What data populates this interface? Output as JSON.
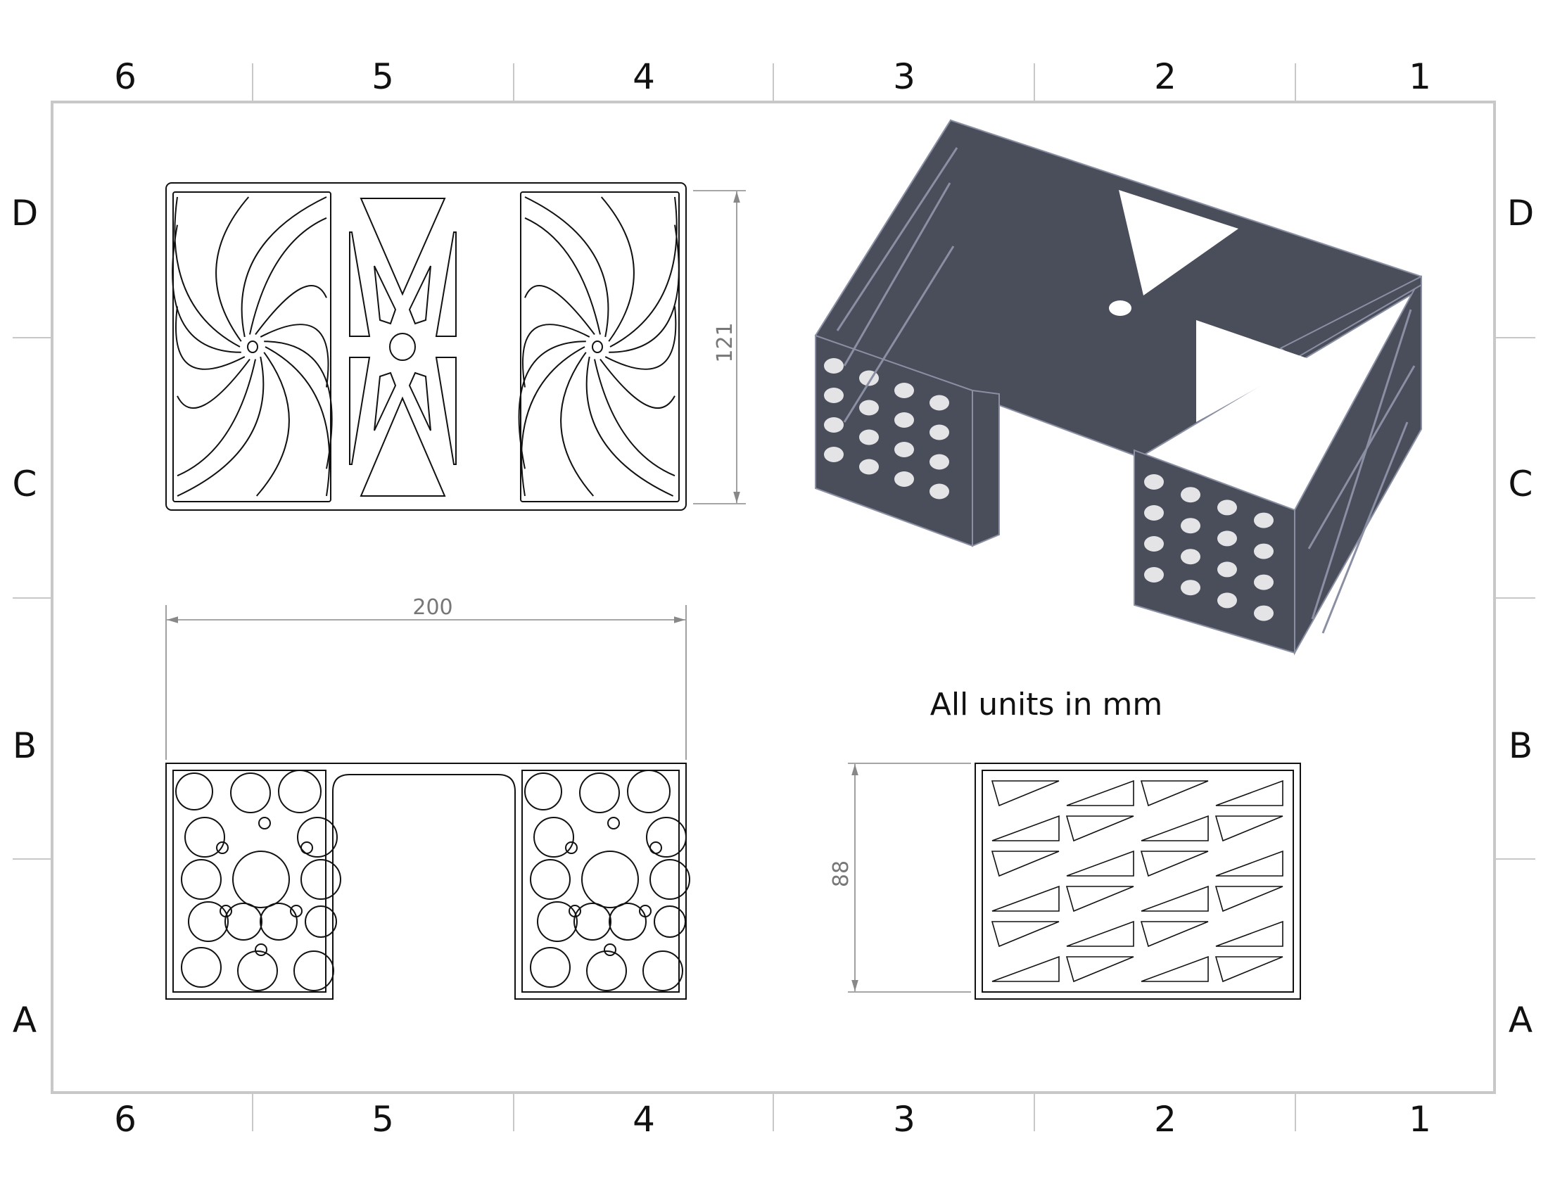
{
  "sheet": {
    "column_labels": [
      "6",
      "5",
      "4",
      "3",
      "2",
      "1"
    ],
    "row_labels": [
      "D",
      "C",
      "B",
      "A"
    ],
    "border_color": "#c8c8c8"
  },
  "views": {
    "top": {
      "dimension": "121"
    },
    "front": {
      "dimension": "200"
    },
    "side": {
      "dimension": "88"
    },
    "isometric": {
      "body_color": "#4a4d5a",
      "edge_color": "#8a8fa3"
    }
  },
  "note": "All units in mm"
}
